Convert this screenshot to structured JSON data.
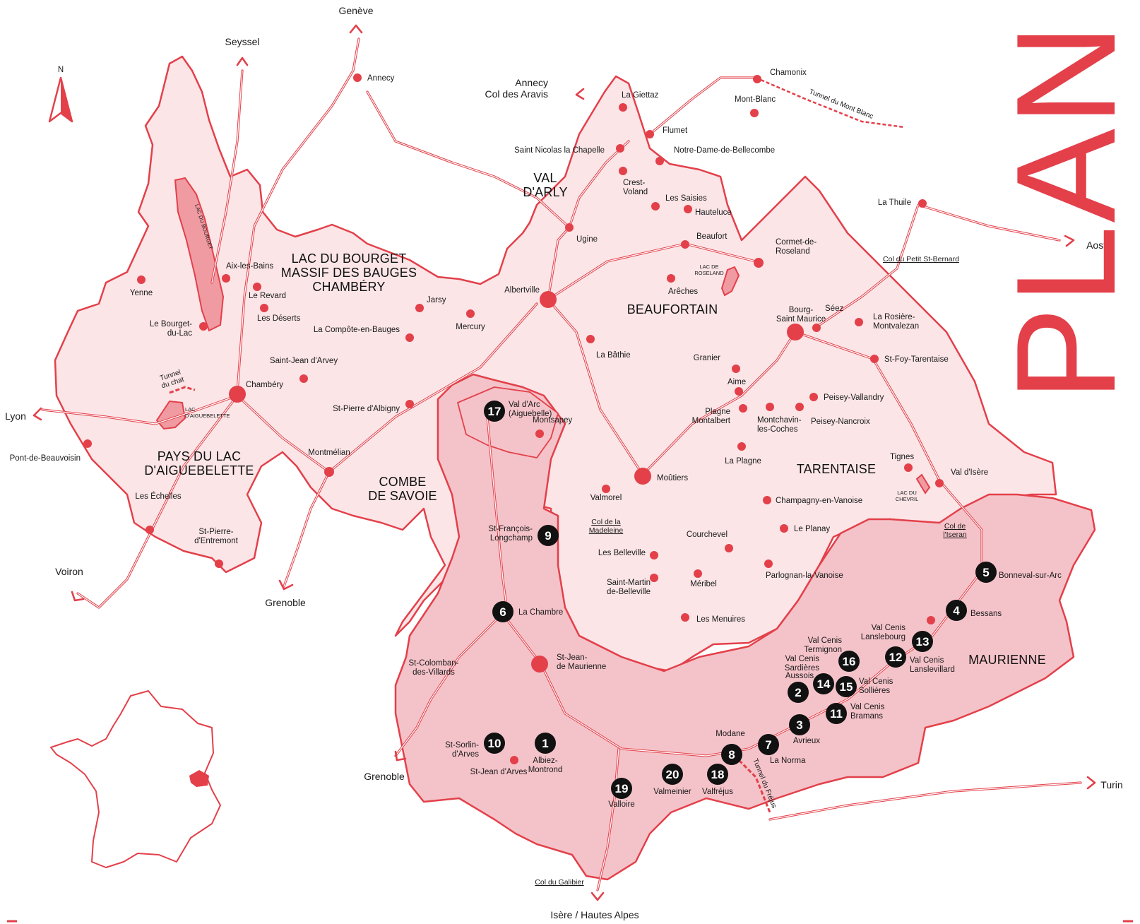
{
  "colors": {
    "accent": "#e3404a",
    "region_fill": "#fbe5e7",
    "maurienne_fill": "#f4c3c9",
    "lake_fill": "#f09aa2",
    "badge": "#111111"
  },
  "title": "PLAN",
  "compass": {
    "label": "N",
    "icon": "north-arrow-icon"
  },
  "regions": [
    {
      "id": "lac-du-bourget",
      "lines": [
        "LAC DU BOURGET",
        "MASSIF DES BAUGES",
        "CHAMBÉRY"
      ]
    },
    {
      "id": "pays-du-lac",
      "lines": [
        "PAYS DU LAC",
        "D'AIGUEBELETTE"
      ]
    },
    {
      "id": "combe-de-savoie",
      "lines": [
        "COMBE",
        "DE SAVOIE"
      ]
    },
    {
      "id": "val-d-arly",
      "lines": [
        "VAL",
        "D'ARLY"
      ]
    },
    {
      "id": "beaufortain",
      "lines": [
        "BEAUFORTAIN"
      ]
    },
    {
      "id": "tarentaise",
      "lines": [
        "TARENTAISE"
      ]
    },
    {
      "id": "maurienne",
      "lines": [
        "MAURIENNE"
      ]
    }
  ],
  "external_destinations": [
    {
      "id": "geneve",
      "lines": [
        "Genève"
      ]
    },
    {
      "id": "seyssel",
      "lines": [
        "Seyssel"
      ]
    },
    {
      "id": "annecy-aravis",
      "lines": [
        "Annecy",
        "Col des Aravis"
      ]
    },
    {
      "id": "lyon",
      "lines": [
        "Lyon"
      ]
    },
    {
      "id": "voiron",
      "lines": [
        "Voiron"
      ]
    },
    {
      "id": "grenoble-1",
      "lines": [
        "Grenoble"
      ]
    },
    {
      "id": "grenoble-2",
      "lines": [
        "Grenoble"
      ]
    },
    {
      "id": "isere",
      "lines": [
        "Isère / Hautes Alpes"
      ]
    },
    {
      "id": "turin",
      "lines": [
        "Turin"
      ]
    },
    {
      "id": "aoste",
      "lines": [
        "Aoste"
      ]
    }
  ],
  "places": [
    {
      "id": "annecy",
      "lines": [
        "Annecy"
      ]
    },
    {
      "id": "chamonix",
      "lines": [
        "Chamonix"
      ]
    },
    {
      "id": "mont-blanc",
      "lines": [
        "Mont-Blanc"
      ]
    },
    {
      "id": "la-thuile",
      "lines": [
        "La Thuile"
      ]
    },
    {
      "id": "la-giettaz",
      "lines": [
        "La Giettaz"
      ]
    },
    {
      "id": "flumet",
      "lines": [
        "Flumet"
      ]
    },
    {
      "id": "st-nicolas",
      "lines": [
        "Saint  Nicolas la Chapelle"
      ]
    },
    {
      "id": "nd-bellecombe",
      "lines": [
        "Notre-Dame-de-Bellecombe"
      ]
    },
    {
      "id": "crest-voland",
      "lines": [
        "Crest-",
        "Voland"
      ]
    },
    {
      "id": "les-saisies",
      "lines": [
        "Les Saisies"
      ]
    },
    {
      "id": "hauteluce",
      "lines": [
        "Hauteluce"
      ]
    },
    {
      "id": "ugine",
      "lines": [
        "Ugine"
      ]
    },
    {
      "id": "beaufort",
      "lines": [
        "Beaufort"
      ]
    },
    {
      "id": "cormet",
      "lines": [
        "Cormet-de-",
        "Roseland"
      ]
    },
    {
      "id": "areches",
      "lines": [
        "Arêches"
      ]
    },
    {
      "id": "albertville",
      "lines": [
        "Albertville"
      ]
    },
    {
      "id": "la-bathie",
      "lines": [
        "La Bâthie"
      ]
    },
    {
      "id": "bourg-st-maurice",
      "lines": [
        "Bourg-",
        "Saint Maurice"
      ]
    },
    {
      "id": "seez",
      "lines": [
        "Séez"
      ]
    },
    {
      "id": "la-rosiere",
      "lines": [
        "La Rosière-",
        "Montvalezan"
      ]
    },
    {
      "id": "st-foy",
      "lines": [
        "St-Foy-Tarentaise"
      ]
    },
    {
      "id": "granier",
      "lines": [
        "Granier"
      ]
    },
    {
      "id": "aime",
      "lines": [
        "Aime"
      ]
    },
    {
      "id": "plagne-montalbert",
      "lines": [
        "Plagne",
        "Montalbert"
      ]
    },
    {
      "id": "montchavin",
      "lines": [
        "Montchavin-",
        "les-Coches"
      ]
    },
    {
      "id": "peisey-vallandry",
      "lines": [
        "Peisey-Vallandry"
      ]
    },
    {
      "id": "peisey-nancroix",
      "lines": [
        "Peisey-Nancroix"
      ]
    },
    {
      "id": "la-plagne",
      "lines": [
        "La Plagne"
      ]
    },
    {
      "id": "tignes",
      "lines": [
        "Tignes"
      ]
    },
    {
      "id": "val-disere",
      "lines": [
        "Val d'Isère"
      ]
    },
    {
      "id": "moutiers",
      "lines": [
        "Moûtiers"
      ]
    },
    {
      "id": "valmorel",
      "lines": [
        "Valmorel"
      ]
    },
    {
      "id": "champagny",
      "lines": [
        "Champagny-en-Vanoise"
      ]
    },
    {
      "id": "le-planay",
      "lines": [
        "Le Planay"
      ]
    },
    {
      "id": "courchevel",
      "lines": [
        "Courchevel"
      ]
    },
    {
      "id": "les-belleville",
      "lines": [
        "Les Belleville"
      ]
    },
    {
      "id": "parlognan",
      "lines": [
        "Parlognan-la-Vanoise"
      ]
    },
    {
      "id": "st-martin",
      "lines": [
        "Saint-Martin",
        "de-Belleville"
      ]
    },
    {
      "id": "meribel",
      "lines": [
        "Méribel"
      ]
    },
    {
      "id": "les-menuires",
      "lines": [
        "Les Menuires"
      ]
    },
    {
      "id": "yenne",
      "lines": [
        "Yenne"
      ]
    },
    {
      "id": "aix-les-bains",
      "lines": [
        "Aix-les-Bains"
      ]
    },
    {
      "id": "le-revard",
      "lines": [
        "Le Revard"
      ]
    },
    {
      "id": "les-deserts",
      "lines": [
        "Les Déserts"
      ]
    },
    {
      "id": "le-bourget",
      "lines": [
        "Le Bourget-",
        "du-Lac"
      ]
    },
    {
      "id": "jarsy",
      "lines": [
        "Jarsy"
      ]
    },
    {
      "id": "mercury",
      "lines": [
        "Mercury"
      ]
    },
    {
      "id": "compote",
      "lines": [
        "La Compôte-en-Bauges"
      ]
    },
    {
      "id": "st-jean-arvey",
      "lines": [
        "Saint-Jean d'Arvey"
      ]
    },
    {
      "id": "chambery",
      "lines": [
        "Chambéry"
      ]
    },
    {
      "id": "st-pierre-albigny",
      "lines": [
        "St-Pierre d'Albigny"
      ]
    },
    {
      "id": "pont-beauvoisin",
      "lines": [
        "Pont-de-Beauvoisin"
      ]
    },
    {
      "id": "montmelian",
      "lines": [
        "Montmélian"
      ]
    },
    {
      "id": "les-echelles",
      "lines": [
        "Les Échelles"
      ]
    },
    {
      "id": "st-pierre-entremont",
      "lines": [
        "St-Pierre-",
        "d'Entremont"
      ]
    },
    {
      "id": "montsapey",
      "lines": [
        "Montsapey"
      ]
    },
    {
      "id": "st-jean-maurienne",
      "lines": [
        "St-Jean-",
        "de Maurienne"
      ]
    },
    {
      "id": "st-colomban",
      "lines": [
        "St-Colomban-",
        "des-Villards"
      ]
    },
    {
      "id": "st-jean-arves",
      "lines": [
        "St-Jean d'Arves"
      ]
    },
    {
      "id": "modane",
      "lines": [
        "Modane"
      ]
    },
    {
      "id": "unnamed-bessans-dot",
      "lines": []
    }
  ],
  "numbered_places": [
    {
      "number": "1",
      "lines": [
        "Albiez-",
        "Montrond"
      ]
    },
    {
      "number": "2",
      "lines": [
        "Aussois"
      ]
    },
    {
      "number": "3",
      "lines": [
        "Avrieux"
      ]
    },
    {
      "number": "4",
      "lines": [
        "Bessans"
      ]
    },
    {
      "number": "5",
      "lines": [
        "Bonneval-sur-Arc"
      ]
    },
    {
      "number": "6",
      "lines": [
        "La Chambre"
      ]
    },
    {
      "number": "7",
      "lines": [
        "La Norma"
      ]
    },
    {
      "number": "8",
      "lines": []
    },
    {
      "number": "9",
      "lines": [
        "St-François-",
        "Longchamp"
      ]
    },
    {
      "number": "10",
      "lines": [
        "St-Sorlin-",
        "d'Arves"
      ]
    },
    {
      "number": "11",
      "lines": [
        "Val Cenis",
        "Bramans"
      ]
    },
    {
      "number": "12",
      "lines": [
        "Val Cenis",
        "Lanslevillard"
      ]
    },
    {
      "number": "13",
      "lines": [
        "Val Cenis",
        "Lanslebourg"
      ]
    },
    {
      "number": "14",
      "lines": []
    },
    {
      "number": "15",
      "lines": [
        "Val Cenis",
        "Sollières"
      ]
    },
    {
      "number": "16",
      "lines": [
        "Val Cenis",
        "Termignon"
      ]
    },
    {
      "number": "17",
      "lines": [
        "Val d'Arc",
        "(Aiguebelle)"
      ]
    },
    {
      "number": "18",
      "lines": [
        "Valfréjus"
      ]
    },
    {
      "number": "19",
      "lines": [
        "Valloire"
      ]
    },
    {
      "number": "20",
      "lines": [
        "Valmeinier"
      ]
    }
  ],
  "extra_labels": [
    {
      "id": "sardieres",
      "lines": [
        "Val Cenis",
        "Sardières"
      ]
    }
  ],
  "passes": [
    {
      "id": "col-madeleine",
      "lines": [
        "Col de la",
        "Madeleine"
      ]
    },
    {
      "id": "col-galibier",
      "lines": [
        "Col du Galibier"
      ]
    },
    {
      "id": "col-iseran",
      "lines": [
        "Col de",
        "l'Iseran"
      ]
    },
    {
      "id": "col-petit-st-bernard",
      "lines": [
        "Col du Petit St-Bernard"
      ]
    }
  ],
  "lakes": [
    {
      "id": "lac-bourget",
      "lines": [
        "LAC DU BOURGET"
      ]
    },
    {
      "id": "lac-aiguebelette",
      "lines": [
        "LAC",
        "D'AIGUEBELETTE"
      ]
    },
    {
      "id": "lac-roseland",
      "lines": [
        "LAC DE",
        "ROSELAND"
      ]
    },
    {
      "id": "lac-chevril",
      "lines": [
        "LAC DU",
        "CHEVRIL"
      ]
    }
  ],
  "tunnels": [
    {
      "id": "tunnel-chat",
      "lines": [
        "Tunnel",
        "du chat"
      ]
    },
    {
      "id": "tunnel-mont-blanc",
      "lines": [
        "Tunnel du Mont Blanc"
      ]
    },
    {
      "id": "tunnel-frejus",
      "lines": [
        "Tunnel du Fréjus"
      ]
    }
  ]
}
